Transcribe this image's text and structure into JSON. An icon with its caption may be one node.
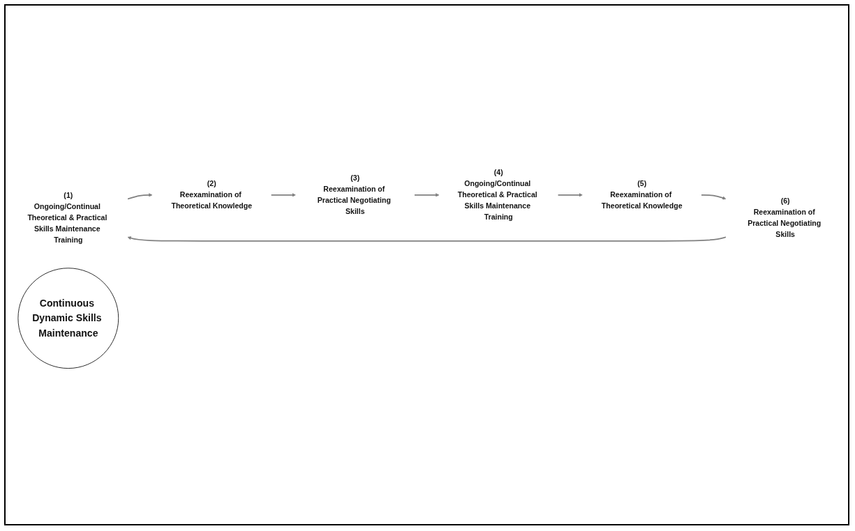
{
  "diagram": {
    "nodes": [
      {
        "text": [
          "(1)",
          "Ongoing/Continual Theoretical & Practical Skills Maintenance Training"
        ]
      },
      {
        "text": [
          "(2)",
          "Reexamination of Theoretical Knowledge"
        ]
      },
      {
        "text": [
          "(3)",
          "Reexamination of Practical Negotiating Skills"
        ]
      },
      {
        "text": [
          "(4)",
          "Ongoing/Continual Theoretical & Practical Skills Maintenance Training"
        ]
      },
      {
        "text": [
          "(5)",
          "Reexamination of Theoretical Knowledge"
        ]
      },
      {
        "text": [
          "(6)",
          "Reexamination of Practical Negotiating Skills"
        ]
      },
      {
        "text": [
          "Continuous Dynamic Skills Maintenance"
        ]
      }
    ],
    "edges": [
      {
        "from": 0,
        "to": 1,
        "arrow": "to"
      },
      {
        "from": 1,
        "to": 2,
        "arrow": "to"
      },
      {
        "from": 2,
        "to": 3,
        "arrow": "to"
      },
      {
        "from": 3,
        "to": 4,
        "arrow": "to"
      },
      {
        "from": 4,
        "to": 5,
        "arrow": "to"
      },
      {
        "from": 5,
        "to": 0,
        "arrow": "to"
      }
    ]
  }
}
